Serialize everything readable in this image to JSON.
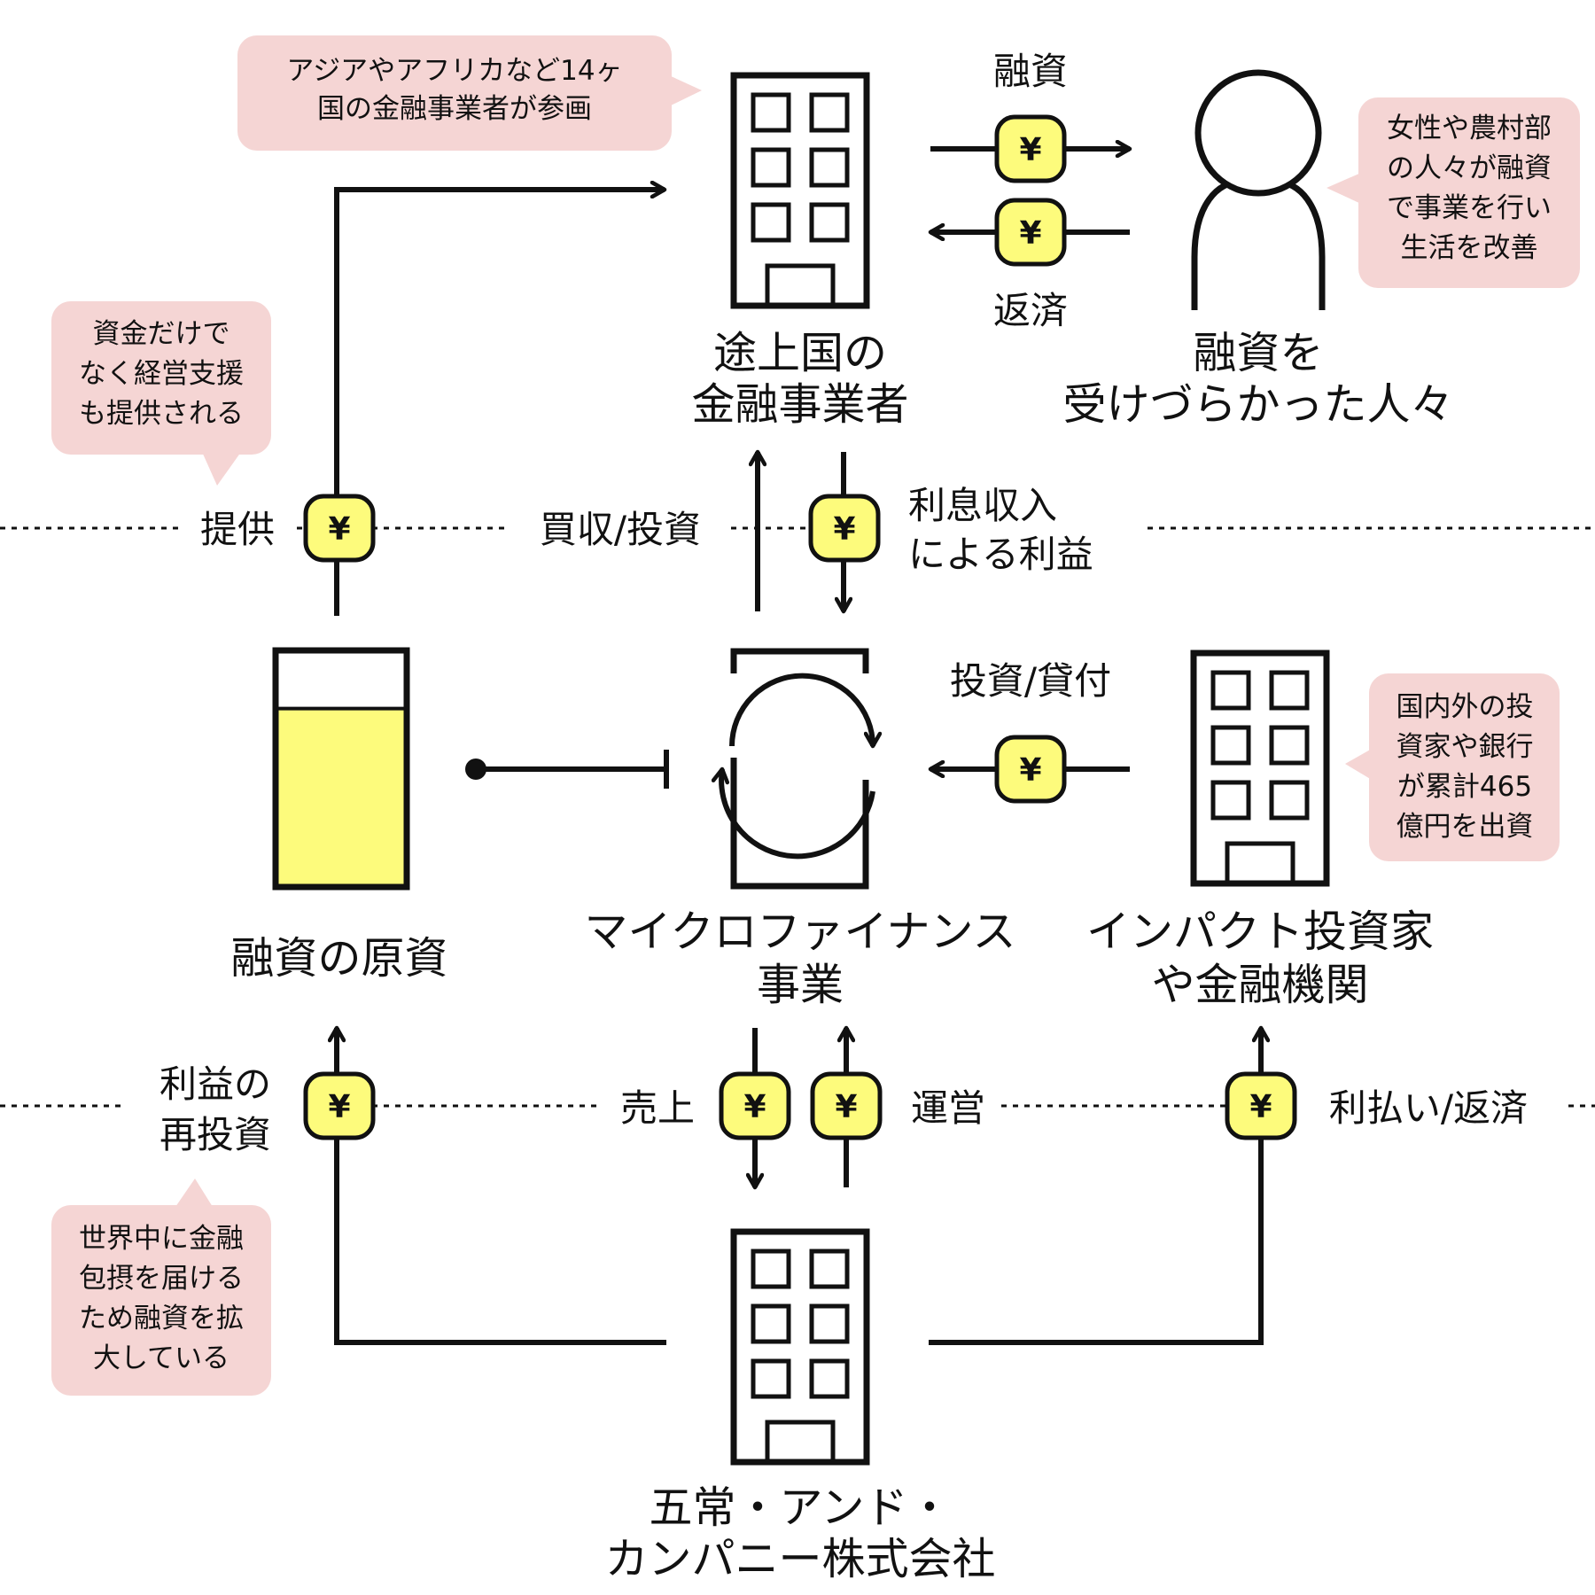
{
  "colors": {
    "yellow_fill": "#fdfb7c",
    "note_pink": "#f5d5d4",
    "line": "#111111"
  },
  "icons": {
    "building": "office-building-icon",
    "person": "person-icon",
    "cycle": "cycle-arrows-icon",
    "fund": "fund-level-icon",
    "yen": "yen-coin-icon"
  },
  "fund_level": 0.76,
  "yen_symbol": "¥",
  "nodes": {
    "mfi": [
      "途上国の",
      "金融事業者"
    ],
    "borrowers": [
      "融資を",
      "受けづらかった人々"
    ],
    "fund": [
      "融資の原資"
    ],
    "business": [
      "マイクロファイナンス",
      "事業"
    ],
    "investors": [
      "インパクト投資家",
      "や金融機関"
    ],
    "company": [
      "五常・アンド・",
      "カンパニー株式会社"
    ]
  },
  "flows": {
    "loan": "融資",
    "repay": "返済",
    "provide": "提供",
    "acquire": "買収/投資",
    "interest": [
      "利息収入",
      "による利益"
    ],
    "invest_lend": "投資/貸付",
    "reinvest": [
      "利益の",
      "再投資"
    ],
    "sales": "売上",
    "operation": "運営",
    "interest_repay": "利払い/返済"
  },
  "notes": {
    "countries": [
      "アジアやアフリカなど14ヶ",
      "国の金融事業者が参画"
    ],
    "women": [
      "女性や農村部",
      "の人々が融資",
      "で事業を行い",
      "生活を改善"
    ],
    "support": [
      "資金だけで",
      "なく経営支援",
      "も提供される"
    ],
    "investment": [
      "国内外の投",
      "資家や銀行",
      "が累計465",
      "億円を出資"
    ],
    "inclusion": [
      "世界中に金融",
      "包摂を届ける",
      "ため融資を拡",
      "大している"
    ]
  }
}
